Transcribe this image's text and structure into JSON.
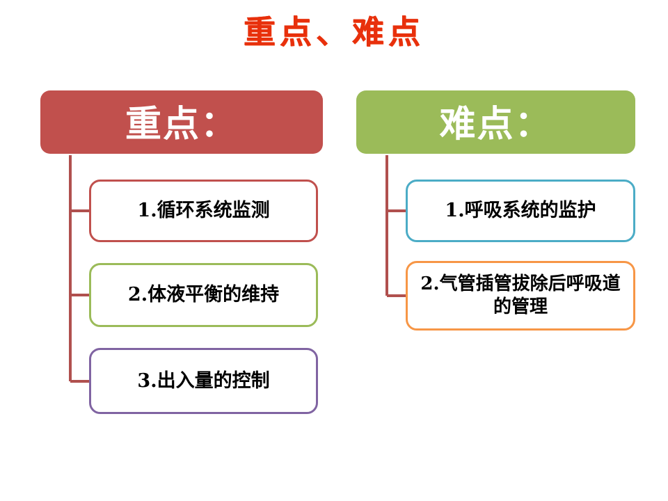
{
  "slide": {
    "title": "重点、难点",
    "title_color": "#e8300c",
    "background": "#ffffff"
  },
  "columns": [
    {
      "id": "key-points",
      "header": {
        "label": "重点：",
        "fill": "#c1504d",
        "text_color": "#ffffff"
      },
      "connector_color": "#b0504e",
      "items": [
        {
          "label": "1.循环系统监测",
          "border_color": "#c0504d"
        },
        {
          "label": "2.体液平衡的维持",
          "border_color": "#9bbb59"
        },
        {
          "label": "3.出入量的控制",
          "border_color": "#8064a2"
        }
      ]
    },
    {
      "id": "difficult-points",
      "header": {
        "label": "难点：",
        "fill": "#9bbb59",
        "text_color": "#ffffff"
      },
      "connector_color": "#b0504e",
      "items": [
        {
          "label": "1.呼吸系统的监护",
          "border_color": "#4bacc6"
        },
        {
          "label": "2.气管插管拔除后呼吸道的管理",
          "border_color": "#f79646"
        }
      ]
    }
  ]
}
